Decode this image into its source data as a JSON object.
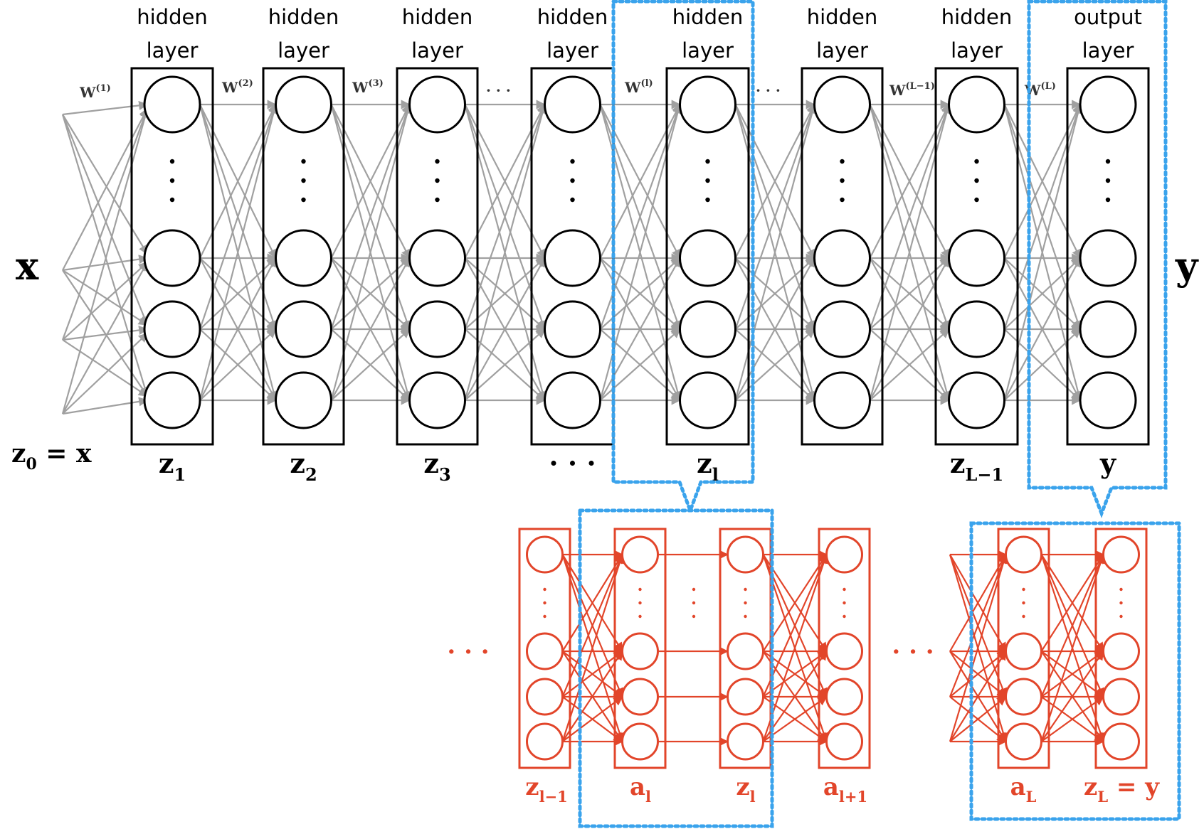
{
  "top": {
    "layers": [
      {
        "line1": "hidden",
        "line2": "layer",
        "bottom": "z",
        "bottom_sub": "1",
        "weight": "W",
        "weight_sup": "(1)"
      },
      {
        "line1": "hidden",
        "line2": "layer",
        "bottom": "z",
        "bottom_sub": "2",
        "weight": "W",
        "weight_sup": "(2)"
      },
      {
        "line1": "hidden",
        "line2": "layer",
        "bottom": "z",
        "bottom_sub": "3",
        "weight": "W",
        "weight_sup": "(3)"
      },
      {
        "line1": "hidden",
        "line2": "layer",
        "bottom": "· · ·",
        "bottom_sub": "",
        "weight": "· · ·",
        "weight_sup": ""
      },
      {
        "line1": "hidden",
        "line2": "layer",
        "bottom": "z",
        "bottom_sub": "l",
        "weight": "W",
        "weight_sup": "(l)"
      },
      {
        "line1": "hidden",
        "line2": "layer",
        "bottom": "",
        "bottom_sub": "",
        "weight": "· · ·",
        "weight_sup": ""
      },
      {
        "line1": "hidden",
        "line2": "layer",
        "bottom": "z",
        "bottom_sub": "L−1",
        "weight": "W",
        "weight_sup": "(L−1)"
      },
      {
        "line1": "output",
        "line2": "layer",
        "bottom": "y",
        "bottom_sub": "",
        "weight": "W",
        "weight_sup": "(L)"
      }
    ],
    "input_label": "x",
    "output_label": "y",
    "z0_label": "z",
    "z0_sub": "0",
    "z0_rest": " = x"
  },
  "bottom": {
    "left_dots": "· · ·",
    "mid_dots": "· · ·",
    "labels": [
      {
        "main": "z",
        "sub": "l−1",
        "rest": ""
      },
      {
        "main": "a",
        "sub": "l",
        "rest": ""
      },
      {
        "main": "z",
        "sub": "l",
        "rest": ""
      },
      {
        "main": "a",
        "sub": "l+1",
        "rest": ""
      },
      {
        "main": "a",
        "sub": "L",
        "rest": ""
      },
      {
        "main": "z",
        "sub": "L",
        "rest": " = y"
      }
    ]
  },
  "colors": {
    "ink": "#000000",
    "edge": "#a0a0a0",
    "red": "#e2452a",
    "highlight": "#3aa3ec"
  }
}
